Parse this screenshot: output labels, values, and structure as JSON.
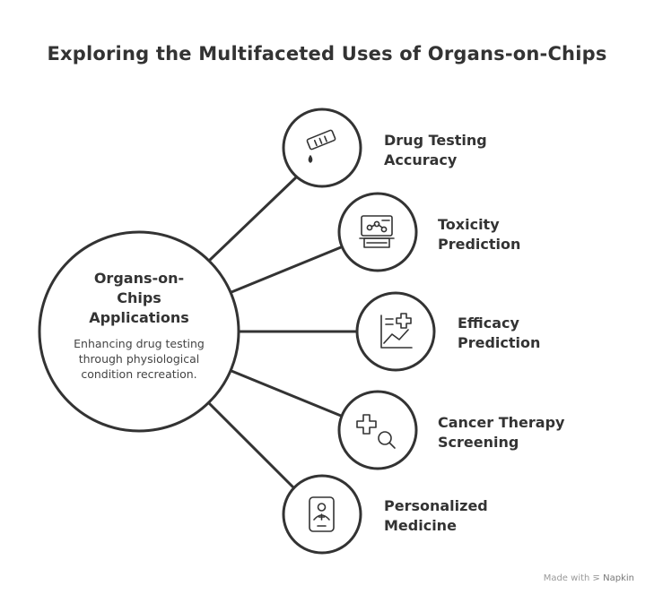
{
  "title": "Exploring the Multifaceted Uses of Organs-on-Chips",
  "center": {
    "title_lines": [
      "Organs-on-",
      "Chips",
      "Applications"
    ],
    "description": "Enhancing drug testing through physiological condition recreation."
  },
  "items": [
    {
      "label_lines": [
        "Drug Testing",
        "Accuracy"
      ],
      "icon": "test-tube-icon"
    },
    {
      "label_lines": [
        "Toxicity",
        "Prediction"
      ],
      "icon": "lab-monitor-icon"
    },
    {
      "label_lines": [
        "Efficacy",
        "Prediction"
      ],
      "icon": "chart-plus-icon"
    },
    {
      "label_lines": [
        "Cancer Therapy",
        "Screening"
      ],
      "icon": "medical-search-icon"
    },
    {
      "label_lines": [
        "Personalized",
        "Medicine"
      ],
      "icon": "patient-card-icon"
    }
  ],
  "footer": {
    "made_with": "Made with",
    "brand": "Napkin"
  },
  "colors": {
    "stroke": "#333333",
    "text": "#333333",
    "background": "#ffffff"
  }
}
